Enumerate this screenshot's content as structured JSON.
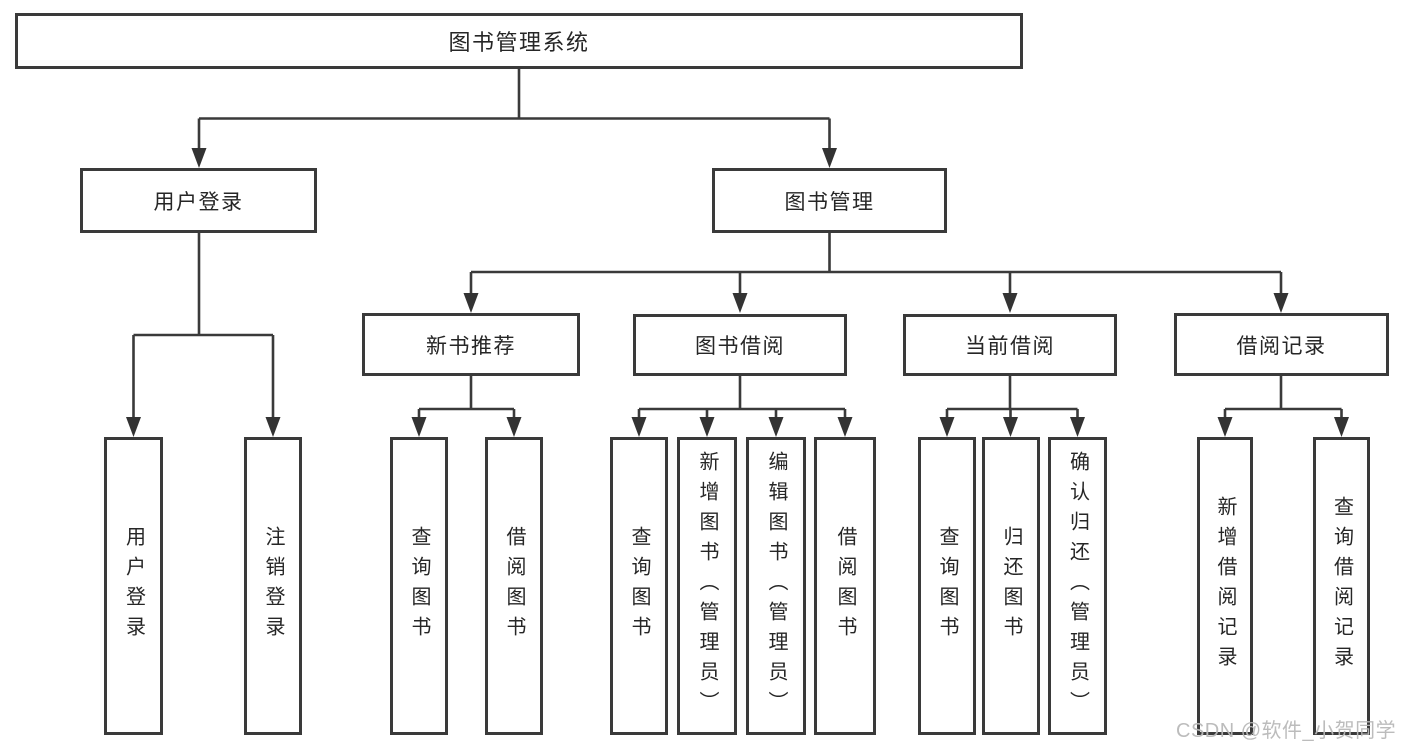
{
  "tree": {
    "label": "图书管理系统",
    "children": [
      {
        "label": "用户登录",
        "children": [
          {
            "label": "用户登录"
          },
          {
            "label": "注销登录"
          }
        ]
      },
      {
        "label": "图书管理",
        "children": [
          {
            "label": "新书推荐",
            "children": [
              {
                "label": "查询图书"
              },
              {
                "label": "借阅图书"
              }
            ]
          },
          {
            "label": "图书借阅",
            "children": [
              {
                "label": "查询图书"
              },
              {
                "label": "新增图书（管理员）"
              },
              {
                "label": "编辑图书（管理员）"
              },
              {
                "label": "借阅图书"
              }
            ]
          },
          {
            "label": "当前借阅",
            "children": [
              {
                "label": "查询图书"
              },
              {
                "label": "归还图书"
              },
              {
                "label": "确认归还（管理员）"
              }
            ]
          },
          {
            "label": "借阅记录",
            "children": [
              {
                "label": "新增借阅记录"
              },
              {
                "label": "查询借阅记录"
              }
            ]
          }
        ]
      }
    ]
  },
  "watermark": {
    "text": "CSDN @软件_小贺同学"
  },
  "colors": {
    "line": "#3a3a3a",
    "box_border": "#3a3a3a",
    "box_background": "#ffffff",
    "text": "#262626",
    "watermark": "#b8b8b8",
    "page_background": "#ffffff"
  }
}
